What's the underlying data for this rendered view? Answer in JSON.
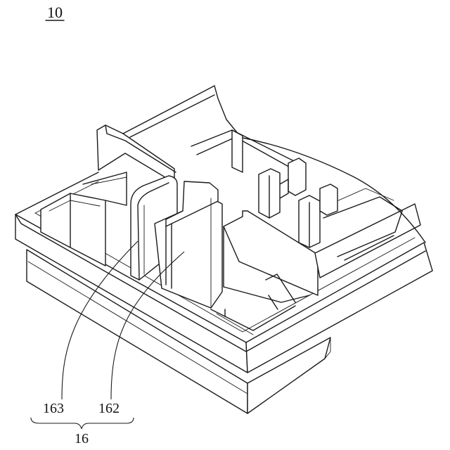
{
  "figure_number": "10",
  "labels": {
    "wall_163": "163",
    "wall_162": "162",
    "group_16": "16"
  }
}
